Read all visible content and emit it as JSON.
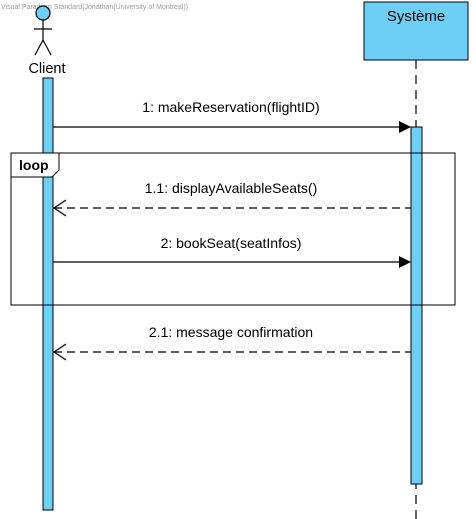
{
  "watermark": "Visual Paradigm Standard(Jonathan(University of Montreal))",
  "actors": {
    "client": "Client",
    "system": "Système"
  },
  "fragment": {
    "operator": "loop"
  },
  "messages": [
    {
      "label": "1: makeReservation(flightID)",
      "direction": "client-to-system",
      "kind": "synchronous call"
    },
    {
      "label": "1.1: displayAvailableSeats()",
      "direction": "system-to-client",
      "kind": "return"
    },
    {
      "label": "2: bookSeat(seatInfos)",
      "direction": "client-to-system",
      "kind": "synchronous call"
    },
    {
      "label": "2.1: message confirmation",
      "direction": "system-to-client",
      "kind": "return"
    }
  ],
  "colors": {
    "activation_fill": "#6dcff6",
    "system_box_fill": "#6dcff6",
    "actor_head_fill": "#6dcff6",
    "line": "#000000"
  }
}
